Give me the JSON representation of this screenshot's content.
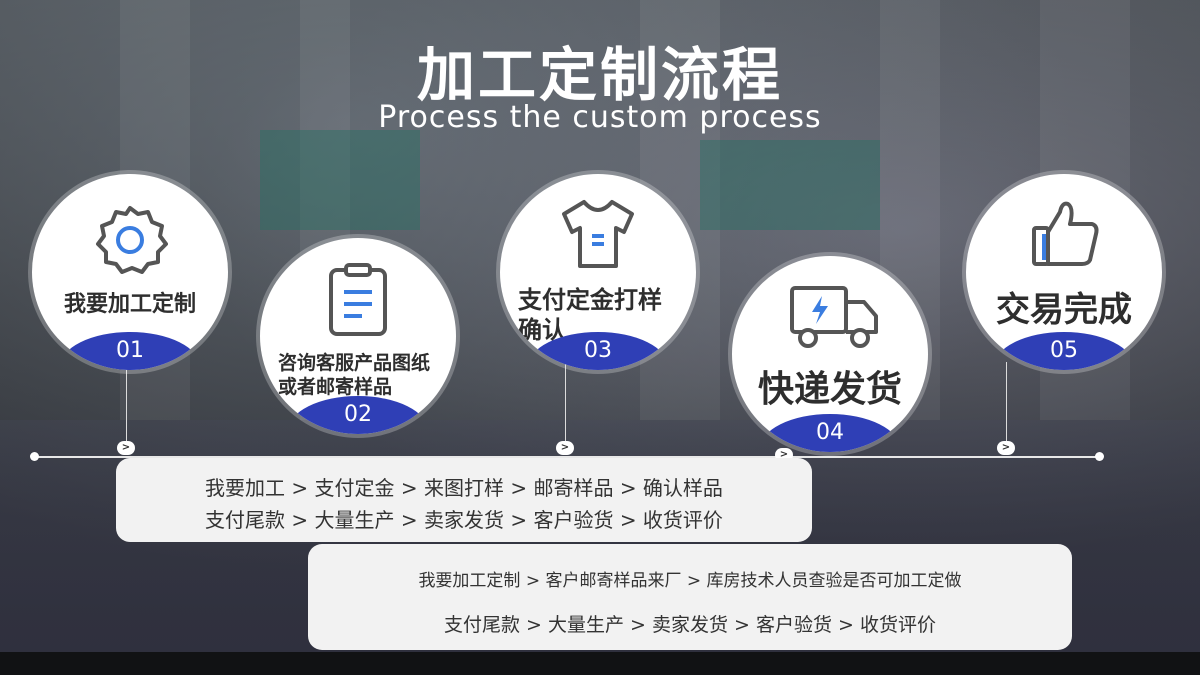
{
  "header": {
    "title": "加工定制流程",
    "subtitle": "Process the custom process"
  },
  "steps": [
    {
      "number": "01",
      "label_lines": [
        "我要加工定制"
      ],
      "icon": "gear-icon"
    },
    {
      "number": "02",
      "label_lines": [
        "咨询客服产品图纸",
        "或者邮寄样品"
      ],
      "icon": "clipboard-icon"
    },
    {
      "number": "03",
      "label_lines": [
        "支付定金打样",
        "确认"
      ],
      "icon": "tshirt-icon"
    },
    {
      "number": "04",
      "label_lines": [
        "快递发货"
      ],
      "icon": "delivery-truck-icon"
    },
    {
      "number": "05",
      "label_lines": [
        "交易完成"
      ],
      "icon": "thumbs-up-icon"
    }
  ],
  "timeline_arrow": ">",
  "process_box_1": {
    "line1": "我要加工 > 支付定金 > 来图打样 > 邮寄样品 > 确认样品",
    "line2": "支付尾款 > 大量生产 > 卖家发货 > 客户验货 > 收货评价"
  },
  "process_box_2": {
    "line1": "我要加工定制 > 客户邮寄样品来厂 > 库房技术人员查验是否可加工定做",
    "line2": "支付尾款 > 大量生产 > 卖家发货 > 客户验货 > 收货评价"
  },
  "colors": {
    "accent": "#2f3fb6",
    "icon_stroke": "#555555",
    "icon_accent": "#3a7de0"
  }
}
